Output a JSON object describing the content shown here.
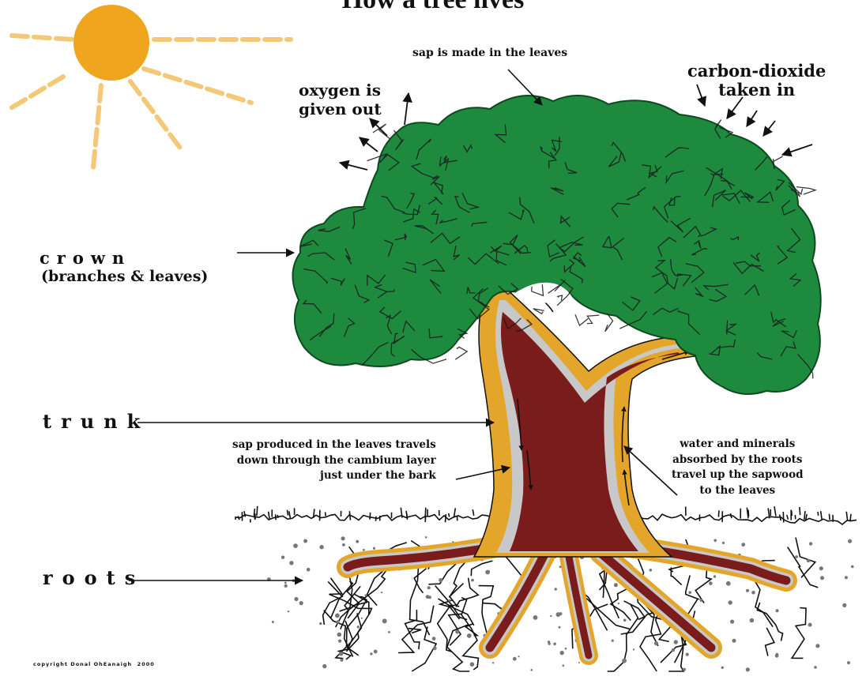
{
  "diagram": {
    "title": "How a tree lives",
    "labels": {
      "sap_leaves": "sap is made in the leaves",
      "co2_line1": "carbon-dioxide",
      "co2_line2": "taken in",
      "oxygen_line1": "oxygen is",
      "oxygen_line2": "given out",
      "crown": "crown",
      "crown_sub": "(branches & leaves)",
      "trunk": "trunk",
      "roots": "roots",
      "sap_down_line1": "sap produced in the leaves travels",
      "sap_down_line2": "down through the cambium layer",
      "sap_down_line3": "just under the bark",
      "water_up_line1": "water and minerals",
      "water_up_line2": "absorbed by the roots",
      "water_up_line3": "travel up the sapwood",
      "water_up_line4": "to the leaves"
    },
    "copyright": "copyright Donal OhEanaigh  2000",
    "colors": {
      "sun": "#f0a51e",
      "sun_rays": "#f3c878",
      "crown": "#1e8a3e",
      "crown_dark": "#14652b",
      "bark": "#e3a62a",
      "cambium": "#c8c8c8",
      "heartwood": "#7a1c1c",
      "ink": "#111111"
    }
  }
}
